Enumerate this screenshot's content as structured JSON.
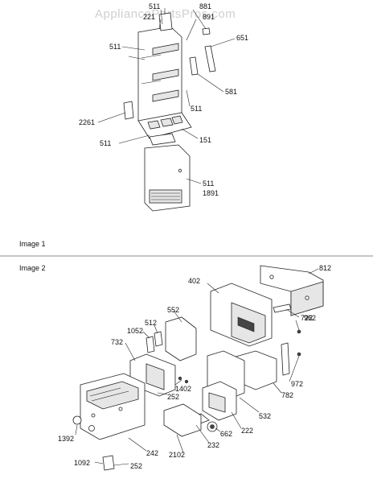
{
  "watermark": "AppliancePartsPros.com",
  "sections": [
    {
      "title": "Image 1"
    },
    {
      "title": "Image 2"
    }
  ],
  "callouts": {
    "img1": [
      "511",
      "881",
      "221",
      "891",
      "511",
      "651",
      "511",
      "581",
      "2261",
      "511",
      "151",
      "511",
      "1891"
    ],
    "img2": [
      "812",
      "402",
      "722",
      "552",
      "512",
      "1052",
      "732",
      "962",
      "1402",
      "252",
      "782",
      "972",
      "532",
      "222",
      "662",
      "232",
      "1392",
      "2102",
      "242",
      "1092",
      "252"
    ]
  }
}
